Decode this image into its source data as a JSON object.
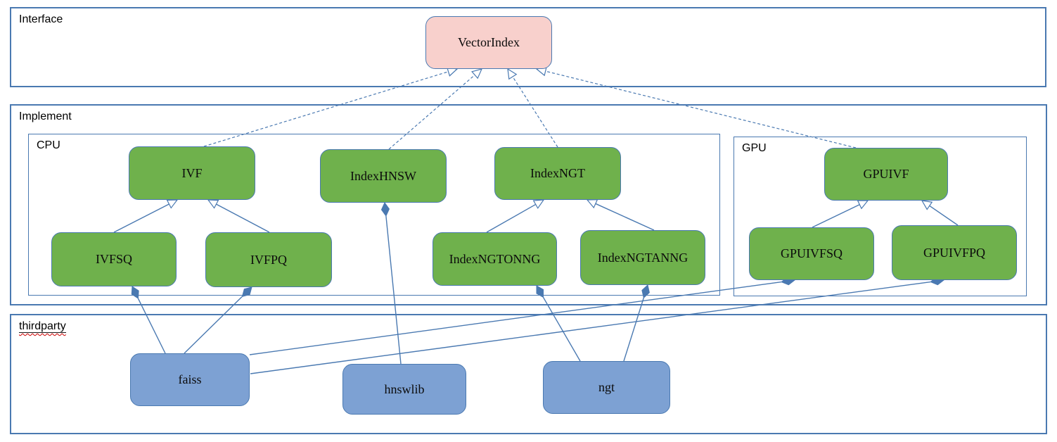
{
  "diagram": {
    "containers": {
      "interface": {
        "label": "Interface"
      },
      "implement": {
        "label": "Implement"
      },
      "cpu": {
        "label": "CPU"
      },
      "gpu": {
        "label": "GPU"
      },
      "thirdparty": {
        "label": "thirdparty"
      }
    },
    "nodes": [
      {
        "id": "VectorIndex",
        "label": "VectorIndex",
        "kind": "interface",
        "container": "interface"
      },
      {
        "id": "IVF",
        "label": "IVF",
        "kind": "class",
        "container": "cpu"
      },
      {
        "id": "IndexHNSW",
        "label": "IndexHNSW",
        "kind": "class",
        "container": "cpu"
      },
      {
        "id": "IndexNGT",
        "label": "IndexNGT",
        "kind": "class",
        "container": "cpu"
      },
      {
        "id": "IVFSQ",
        "label": "IVFSQ",
        "kind": "class",
        "container": "cpu"
      },
      {
        "id": "IVFPQ",
        "label": "IVFPQ",
        "kind": "class",
        "container": "cpu"
      },
      {
        "id": "IndexNGTONNG",
        "label": "IndexNGTONNG",
        "kind": "class",
        "container": "cpu"
      },
      {
        "id": "IndexNGTANNG",
        "label": "IndexNGTANNG",
        "kind": "class",
        "container": "cpu"
      },
      {
        "id": "GPUIVF",
        "label": "GPUIVF",
        "kind": "class",
        "container": "gpu"
      },
      {
        "id": "GPUIVFSQ",
        "label": "GPUIVFSQ",
        "kind": "class",
        "container": "gpu"
      },
      {
        "id": "GPUIVFPQ",
        "label": "GPUIVFPQ",
        "kind": "class",
        "container": "gpu"
      },
      {
        "id": "faiss",
        "label": "faiss",
        "kind": "library",
        "container": "thirdparty"
      },
      {
        "id": "hnswlib",
        "label": "hnswlib",
        "kind": "library",
        "container": "thirdparty"
      },
      {
        "id": "ngt",
        "label": "ngt",
        "kind": "library",
        "container": "thirdparty"
      }
    ],
    "edges": [
      {
        "from": "IVF",
        "to": "VectorIndex",
        "type": "realization"
      },
      {
        "from": "IndexHNSW",
        "to": "VectorIndex",
        "type": "realization"
      },
      {
        "from": "IndexNGT",
        "to": "VectorIndex",
        "type": "realization"
      },
      {
        "from": "GPUIVF",
        "to": "VectorIndex",
        "type": "realization"
      },
      {
        "from": "IVFSQ",
        "to": "IVF",
        "type": "generalization"
      },
      {
        "from": "IVFPQ",
        "to": "IVF",
        "type": "generalization"
      },
      {
        "from": "IndexNGTONNG",
        "to": "IndexNGT",
        "type": "generalization"
      },
      {
        "from": "IndexNGTANNG",
        "to": "IndexNGT",
        "type": "generalization"
      },
      {
        "from": "GPUIVFSQ",
        "to": "GPUIVF",
        "type": "generalization"
      },
      {
        "from": "GPUIVFPQ",
        "to": "GPUIVF",
        "type": "generalization"
      },
      {
        "from": "IVFSQ",
        "to": "faiss",
        "type": "composition"
      },
      {
        "from": "IVFPQ",
        "to": "faiss",
        "type": "composition"
      },
      {
        "from": "GPUIVFSQ",
        "to": "faiss",
        "type": "composition"
      },
      {
        "from": "GPUIVFPQ",
        "to": "faiss",
        "type": "composition"
      },
      {
        "from": "IndexHNSW",
        "to": "hnswlib",
        "type": "composition"
      },
      {
        "from": "IndexNGTONNG",
        "to": "ngt",
        "type": "composition"
      },
      {
        "from": "IndexNGTANNG",
        "to": "ngt",
        "type": "composition"
      }
    ],
    "colors": {
      "interface_fill": "#f8d0cc",
      "class_fill": "#6fb14c",
      "library_fill": "#7da1d3",
      "node_border": "#4a79b1",
      "container_border": "#4a79b1",
      "edge_line": "#4a79b1",
      "misspell_underline": "#cc0000"
    }
  }
}
